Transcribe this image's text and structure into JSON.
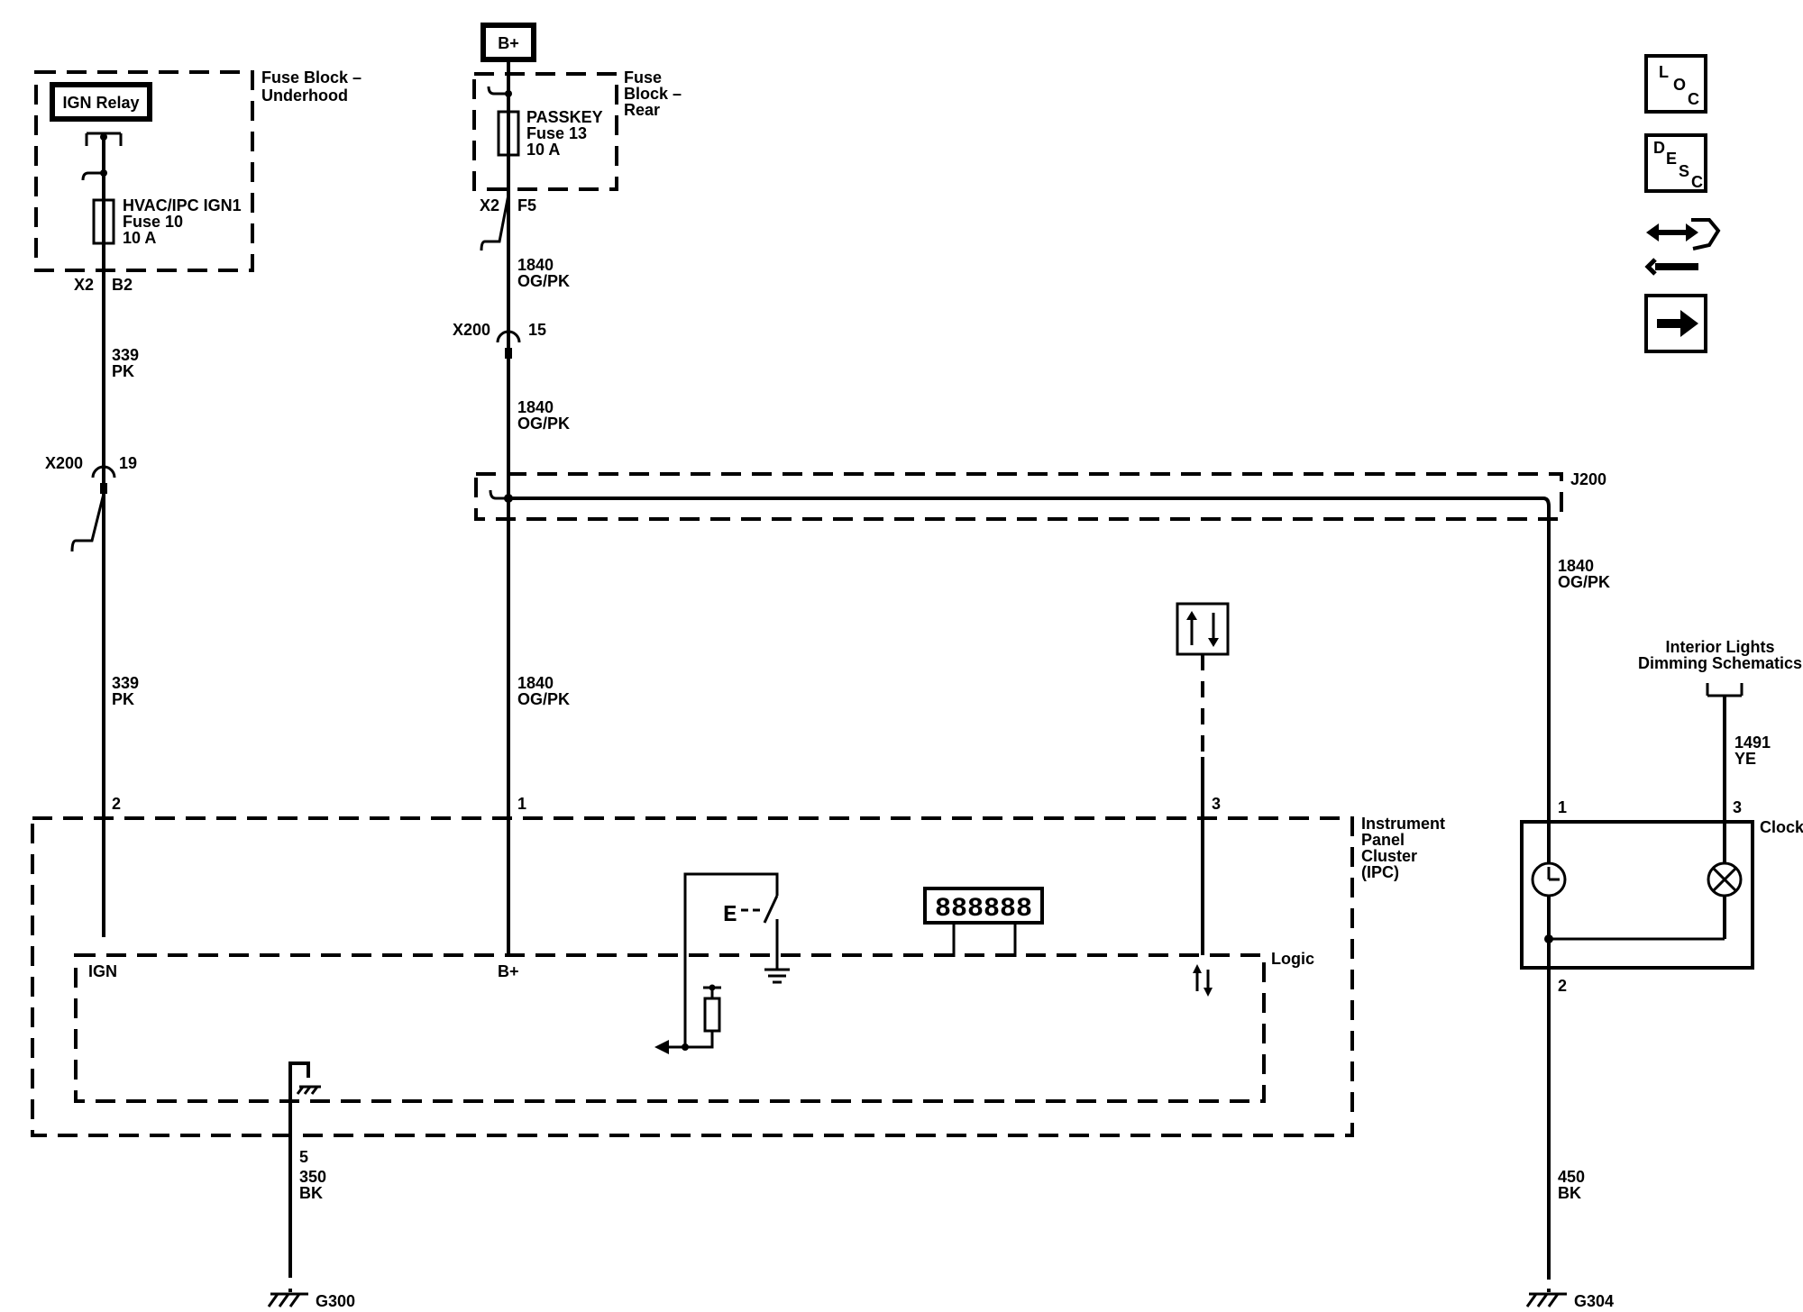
{
  "fuse_block_underhood": {
    "label_line1": "Fuse Block –",
    "label_line2": "Underhood"
  },
  "ign_relay": {
    "label": "IGN Relay"
  },
  "fuse_ign": {
    "line1": "HVAC/IPC IGN1",
    "line2": "Fuse 10",
    "line3": "10 A"
  },
  "conn_x2_b2": {
    "connector": "X2",
    "pin": "B2"
  },
  "wire_339_top": {
    "circuit": "339",
    "color": "PK"
  },
  "x200_19": {
    "connector": "X200",
    "pin": "19"
  },
  "wire_339_bottom": {
    "circuit": "339",
    "color": "PK"
  },
  "battery": {
    "label": "B+"
  },
  "fuse_block_rear": {
    "label_line1": "Fuse",
    "label_line2": "Block –",
    "label_line3": "Rear"
  },
  "fuse_passkey": {
    "line1": "PASSKEY",
    "line2": "Fuse 13",
    "line3": "10 A"
  },
  "conn_x2_f5": {
    "connector": "X2",
    "pin": "F5"
  },
  "wire_1840_a": {
    "circuit": "1840",
    "color": "OG/PK"
  },
  "x200_15": {
    "connector": "X200",
    "pin": "15"
  },
  "wire_1840_b": {
    "circuit": "1840",
    "color": "OG/PK"
  },
  "splice": {
    "label": "J200"
  },
  "wire_1840_c": {
    "circuit": "1840",
    "color": "OG/PK"
  },
  "wire_1840_d": {
    "circuit": "1840",
    "color": "OG/PK"
  },
  "ipc": {
    "label_line1": "Instrument",
    "label_line2": "Panel",
    "label_line3": "Cluster",
    "label_line4": "(IPC)",
    "pin_ign": "2",
    "pin_bplus": "1",
    "pin_data": "3",
    "pin_gnd": "5",
    "logic_label": "Logic",
    "ign_label": "IGN",
    "bplus_label": "B+",
    "eswitch_label": "E",
    "display_text": "888888"
  },
  "wire_350": {
    "circuit": "350",
    "color": "BK"
  },
  "ground_g300": {
    "label": "G300"
  },
  "interior_lights": {
    "line1": "Interior Lights",
    "line2": "Dimming Schematics"
  },
  "wire_1491": {
    "circuit": "1491",
    "color": "YE"
  },
  "clock": {
    "label": "Clock",
    "pin1": "1",
    "pin3": "3",
    "pin2": "2"
  },
  "wire_450": {
    "circuit": "450",
    "color": "BK"
  },
  "ground_g304": {
    "label": "G304"
  },
  "legend": {
    "loc_l": "L",
    "loc_o": "O",
    "loc_c": "C",
    "desc_d": "D",
    "desc_e": "E",
    "desc_s": "S",
    "desc_c": "C"
  }
}
